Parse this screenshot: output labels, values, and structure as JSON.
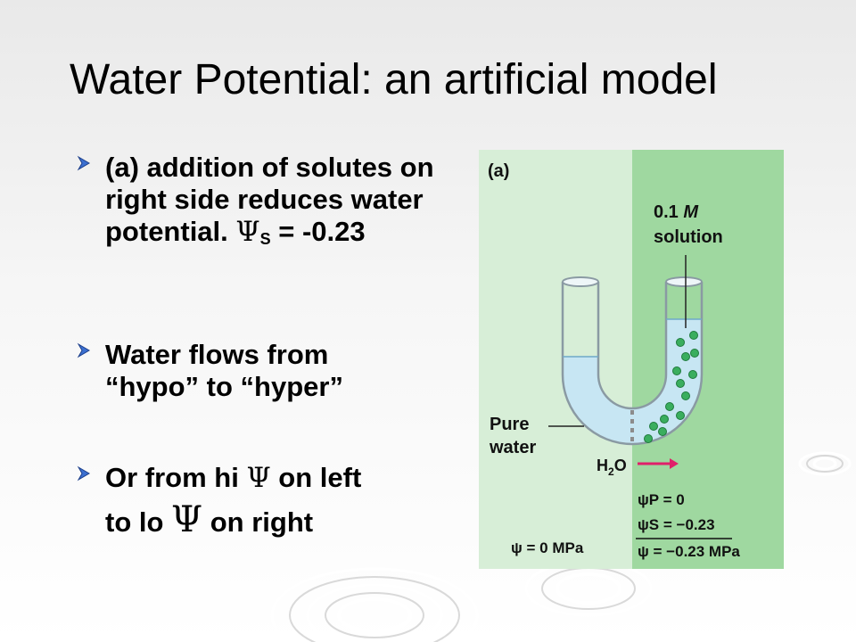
{
  "title": "Water Potential: an artificial model",
  "bullets": [
    {
      "text": "(a) addition of solutes on right side reduces water potential.",
      "psi_symbol": "Ψ",
      "psi_subscript": "S",
      "psi_value": " = -0.23"
    },
    {
      "line1": "Water flows from",
      "line2": "“hypo” to “hyper”"
    },
    {
      "part1": "Or from hi",
      "psi_symbol": "Ψ",
      "part2": "on left",
      "part3": "to lo",
      "part4": "on right"
    }
  ],
  "figure": {
    "panel_label": "(a)",
    "solution_label_num": "0.1",
    "solution_label_unit": "M",
    "solution_label_word": "solution",
    "pure_water_line1": "Pure",
    "pure_water_line2": "water",
    "h2o_label": "H",
    "h2o_sub": "2",
    "h2o_o": "O",
    "left_psi": "ψ = 0 MPa",
    "psi_p": "ψP =    0",
    "psi_s": "ψS = −0.23",
    "psi_total": "ψ   = −0.23 MPa",
    "colors": {
      "left_bg": "#d7eed7",
      "right_bg": "#9fd8a0",
      "water": "#c7e6f3",
      "solute": "#3aae5e",
      "arrow": "#e0206a"
    }
  }
}
